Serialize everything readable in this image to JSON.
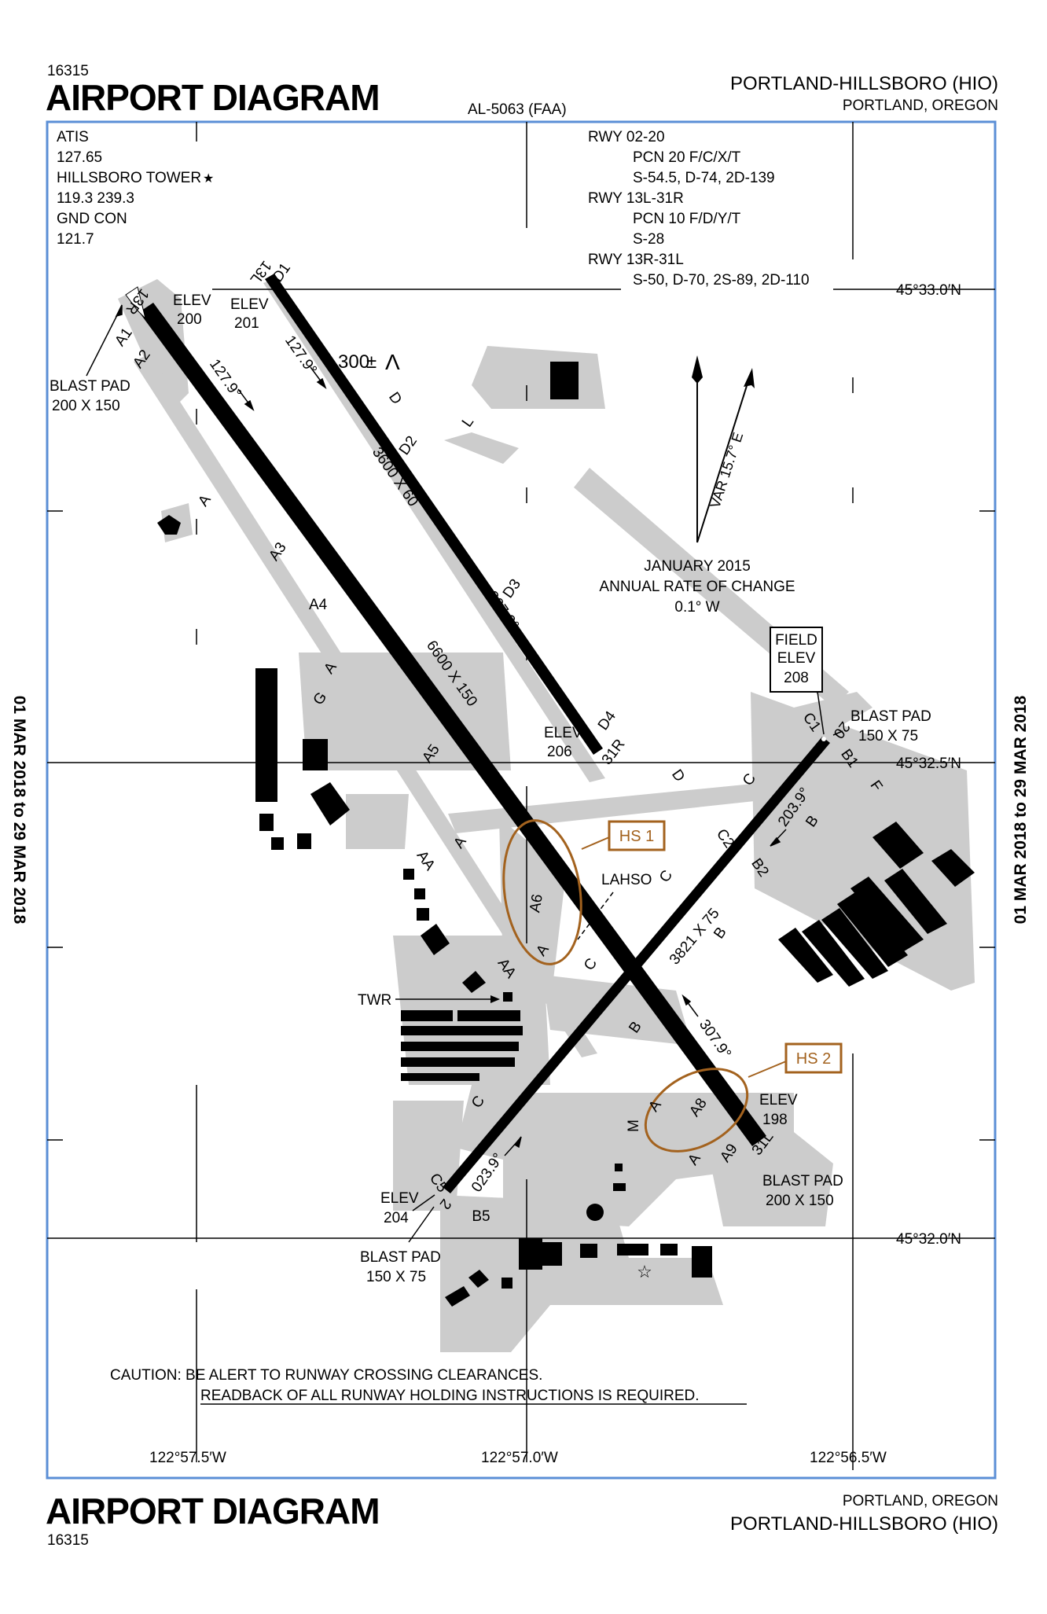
{
  "header": {
    "chart_number": "16315",
    "title": "AIRPORT DIAGRAM",
    "chart_id": "AL-5063 (FAA)",
    "airport": "PORTLAND-HILLSBORO (HIO)",
    "city": "PORTLAND, OREGON"
  },
  "footer": {
    "title": "AIRPORT DIAGRAM",
    "chart_number": "16315",
    "city": "PORTLAND, OREGON",
    "airport": "PORTLAND-HILLSBORO (HIO)"
  },
  "validity": "01 MAR 2018 to 29 MAR 2018",
  "comms": {
    "atis_label": "ATIS",
    "atis_freq": "127.65",
    "tower_label": "HILLSBORO TOWER",
    "tower_freq": "119.3  239.3",
    "gnd_label": "GND CON",
    "gnd_freq": "121.7"
  },
  "runway_data": [
    "RWY 02-20",
    "PCN 20 F/C/X/T",
    "S-54.5, D-74, 2D-139",
    "RWY 13L-31R",
    "PCN 10 F/D/Y/T",
    "S-28",
    "RWY 13R-31L",
    "S-50, D-70, 2S-89, 2D-110"
  ],
  "coordinates": {
    "lat_top": "45°33.0′N",
    "lat_mid": "45°32.5′N",
    "lat_bot": "45°32.0′N",
    "lon_left": "122°57.5′W",
    "lon_mid": "122°57.0′W",
    "lon_right": "122°56.5′W"
  },
  "magnetic": {
    "variation": "VAR 15.7° E",
    "date": "JANUARY 2015",
    "rate_label": "ANNUAL RATE OF CHANGE",
    "rate": "0.1° W"
  },
  "field_elev": {
    "line1": "FIELD",
    "line2": "ELEV",
    "value": "208"
  },
  "hot_spots": [
    "HS 1",
    "HS 2"
  ],
  "caution": {
    "line1": "CAUTION: BE ALERT TO RUNWAY CROSSING CLEARANCES.",
    "line2": "READBACK OF ALL RUNWAY HOLDING INSTRUCTIONS IS REQUIRED."
  },
  "runways": {
    "r13R": "13R",
    "r31L": "31L",
    "r13L": "13L",
    "r31R": "31R",
    "r02": "2",
    "r20": "20",
    "dim_13R31L": "6600 X 150",
    "dim_13L31R": "3600 X 60",
    "dim_0220": "3821 X 75",
    "hdg_127_a": "127.9°",
    "hdg_127_b": "127.9°",
    "hdg_307_a": "307.9°",
    "hdg_307_b": "307.9°",
    "hdg_023": "023.9°",
    "hdg_203": "203.9°"
  },
  "elevations": {
    "elev_label": "ELEV",
    "e13R": "200",
    "e13L": "201",
    "e31R": "206",
    "e31L": "198",
    "e02": "204"
  },
  "blast_pads": {
    "label": "BLAST PAD",
    "bp13R": "200 X 150",
    "bp20": "150 X 75",
    "bp31L": "200 X 150",
    "bp02": "150 X 75"
  },
  "obstacle": "300",
  "obstacle_sym": "±",
  "lahso": "LAHSO",
  "twr": "TWR",
  "taxiways": {
    "A1": "A1",
    "A2": "A2",
    "A3": "A3",
    "A4": "A4",
    "A5": "A5",
    "A6": "A6",
    "A8": "A8",
    "A9": "A9",
    "A": "A",
    "AA": "AA",
    "G": "G",
    "L": "L",
    "D": "D",
    "D1": "D1",
    "D2": "D2",
    "D3": "D3",
    "D4": "D4",
    "B": "B",
    "B1": "B1",
    "B2": "B2",
    "B5": "B5",
    "F": "F",
    "C": "C",
    "C1": "C1",
    "C2": "C2",
    "C5": "C5",
    "M": "M"
  },
  "colors": {
    "frame": "#5b8fd6",
    "hotspot": "#a3621e",
    "apron": "#cccccc",
    "runway": "#000000"
  }
}
